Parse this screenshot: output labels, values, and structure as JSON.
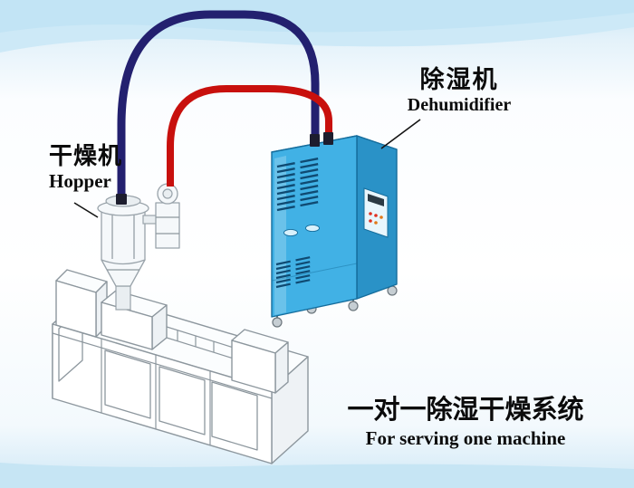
{
  "labels": {
    "dryer_cn": "干燥机",
    "dryer_en": "Hopper",
    "dehumidifier_cn": "除湿机",
    "dehumidifier_en": "Dehumidifier"
  },
  "caption": {
    "cn": "一对一除湿干燥系统",
    "en": "For serving one machine"
  },
  "colors": {
    "pipe_return": "#23206f",
    "pipe_supply": "#c8100d",
    "cabinet_front": "#41b1e5",
    "cabinet_side": "#2a92c7",
    "cabinet_top": "#85d3f2",
    "cabinet_outline": "#156d9c",
    "vent": "#0f4a72",
    "machine_line": "#8d979e",
    "text": "#0b0b0b",
    "background_band": "#cde9f7"
  }
}
